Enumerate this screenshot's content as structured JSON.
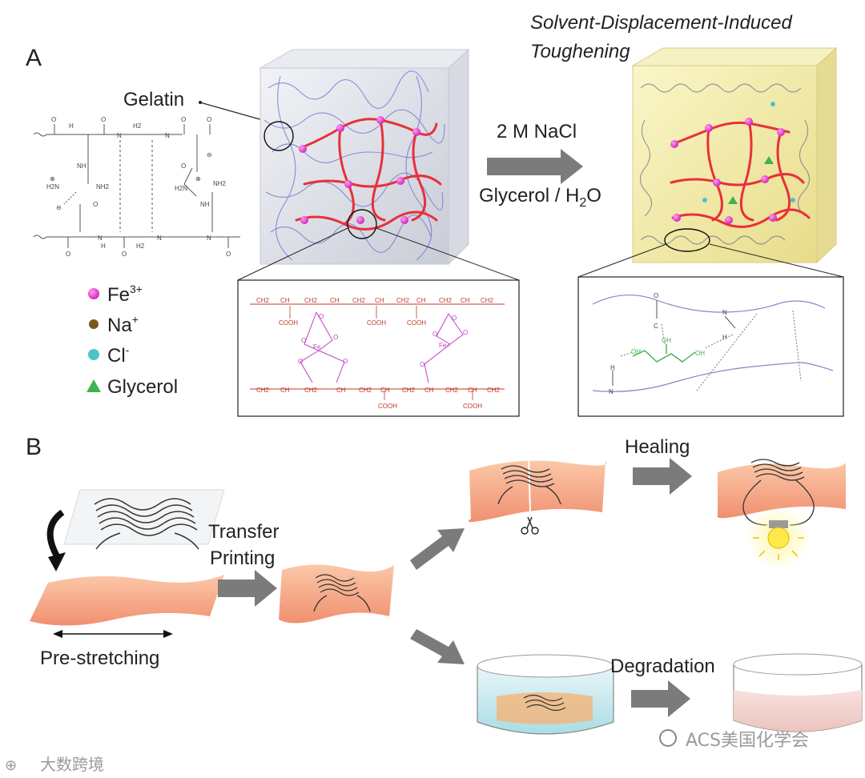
{
  "panelA": {
    "label": "A",
    "title_line1": "Solvent-Displacement-Induced",
    "title_line2": "Toughening",
    "gelatin": "Gelatin",
    "arrow_top": "2 M NaCl",
    "arrow_bottom_pre": "Glycerol / H",
    "arrow_bottom_sub": "2",
    "arrow_bottom_post": "O",
    "legend": [
      {
        "base": "Fe",
        "sup": "3+",
        "color": "#e22fc9"
      },
      {
        "base": "Na",
        "sup": "+",
        "color": "#7a5a1a"
      },
      {
        "base": "Cl",
        "sup": "-",
        "color": "#4fc3c8"
      },
      {
        "base": "Glycerol",
        "sup": "",
        "color": "#3fb34f"
      }
    ],
    "chem_left": {
      "o": "O",
      "n": "N",
      "h": "H",
      "h2": "H2",
      "nh2": "NH2",
      "h2n": "H2N",
      "nh": "NH",
      "oplus": "⊕",
      "ominus": "⊖"
    },
    "chem_box1": {
      "ch2": "CH2",
      "ch": "CH",
      "cooh": "COOH",
      "fe": "Fe",
      "o": "O",
      "fep": "Fe+"
    },
    "chem_box2": {
      "o": "O",
      "oh": "OH",
      "n": "N",
      "h": "H",
      "c": "C"
    }
  },
  "panelB": {
    "label": "B",
    "pre_stretching": "Pre-stretching",
    "transfer_line1": "Transfer",
    "transfer_line2": "Printing",
    "healing": "Healing",
    "degradation": "Degradation"
  },
  "watermarks": {
    "left": "大数跨境",
    "right": "ACS美国化学会"
  },
  "colors": {
    "arrow": "#7b7b7b",
    "fe": "#e22fc9",
    "polymer_red": "#e8303a",
    "gel_blue": "#6c6fd0",
    "hydrogel_yellow": "#f3eeb0",
    "patch_orange": "#f6a884",
    "glycerol_green": "#3fb34f"
  }
}
